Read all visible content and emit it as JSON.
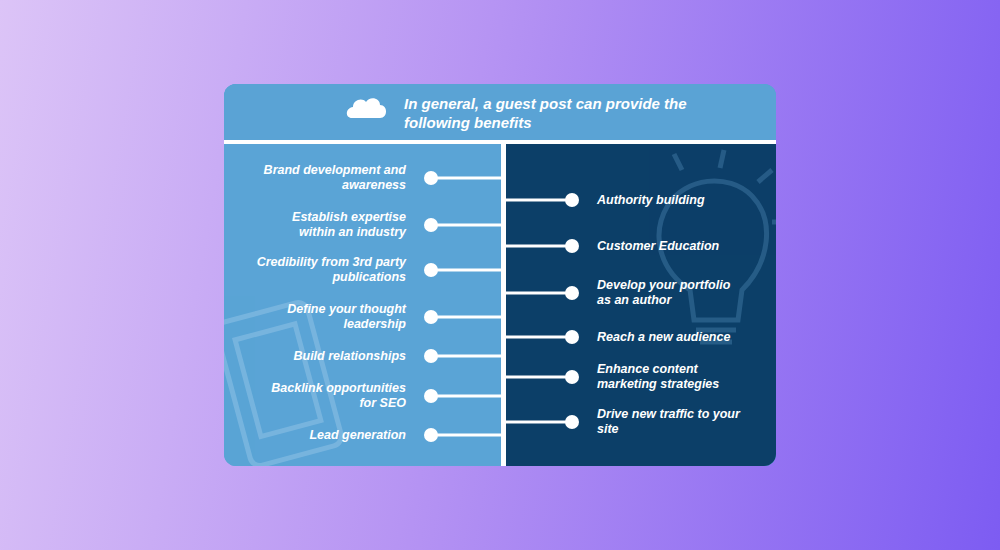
{
  "diagram": {
    "title": "In general, a guest post can provide the following benefits",
    "labels": [
      "Brand development and awareness",
      "Establish expertise within an industry",
      "Credibility from 3rd party publications",
      "Define your thought leadership",
      "Build relationships",
      "Backlink opportunities for SEO",
      "Lead generation",
      "Authority building",
      "Customer Education",
      "Develop your portfolio as an author",
      "Reach a new audience",
      "Enhance content marketing strategies",
      "Drive new traffic to your site"
    ]
  }
}
